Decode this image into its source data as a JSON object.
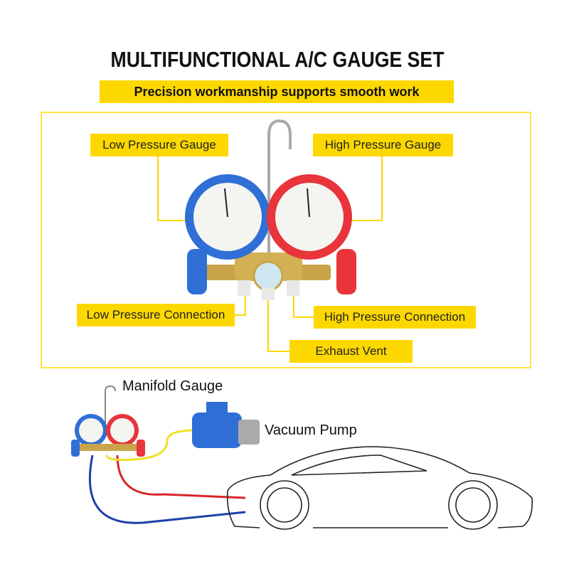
{
  "title": "MULTIFUNCTIONAL A/C GAUGE SET",
  "subtitle": "Precision workmanship supports smooth work",
  "labels": {
    "low_gauge": "Low Pressure Gauge",
    "high_gauge": "High Pressure Gauge",
    "low_connection": "Low Pressure Connection",
    "high_connection": "High Pressure Connection",
    "exhaust": "Exhaust Vent"
  },
  "diagram": {
    "manifold": "Manifold Gauge",
    "pump": "Vacuum Pump"
  },
  "colors": {
    "accent": "#fdd800",
    "low": "#2f6fd6",
    "high": "#e8343a"
  }
}
